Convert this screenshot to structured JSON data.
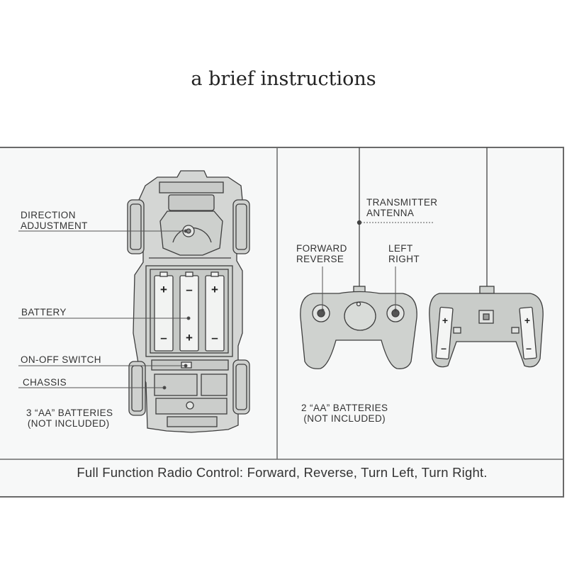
{
  "title": "a brief instructions",
  "car_panel": {
    "direction_adjustment": [
      "DIRECTION",
      "ADJUSTMENT"
    ],
    "battery": "BATTERY",
    "on_off_switch": "ON-OFF SWITCH",
    "chassis": "CHASSIS",
    "car_batteries": [
      "3 “AA” BATTERIES",
      "(NOT INCLUDED)"
    ],
    "battery_polarity": [
      "+",
      "–",
      "+",
      "–",
      "+",
      "–"
    ]
  },
  "remote_panel": {
    "antenna": [
      "TRANSMITTER",
      "ANTENNA"
    ],
    "forward_reverse": [
      "FORWARD",
      "REVERSE"
    ],
    "left_right": [
      "LEFT",
      "RIGHT"
    ],
    "remote_batteries": [
      "2 “AA” BATTERIES",
      "(NOT INCLUDED)"
    ]
  },
  "footer_caption": "Full Function Radio Control: Forward, Reverse, Turn Left, Turn Right."
}
